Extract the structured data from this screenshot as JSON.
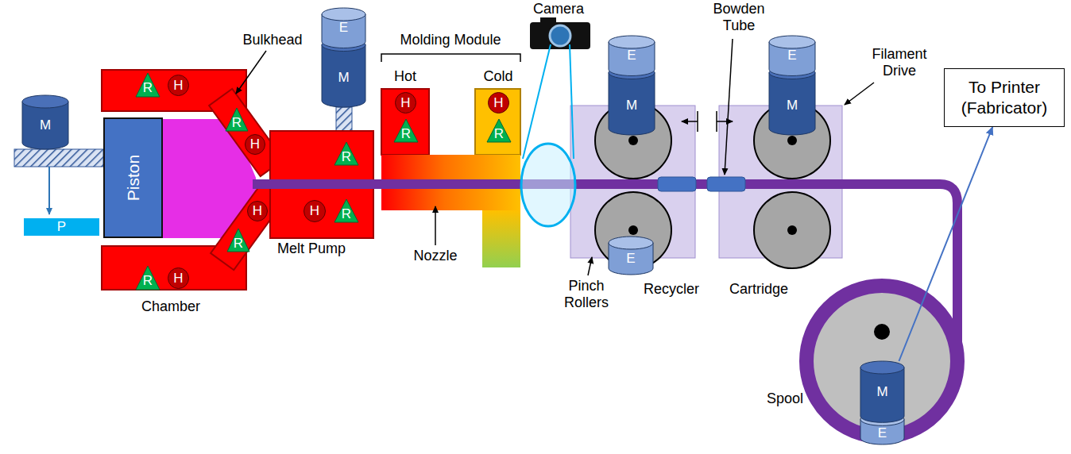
{
  "diagram": {
    "nodes": [
      {
        "text": [
          "M"
        ]
      },
      {
        "text": [
          "P"
        ]
      },
      {
        "text": [
          "Piston"
        ]
      },
      {
        "text": [
          "R"
        ]
      },
      {
        "text": [
          "H"
        ]
      },
      {
        "text": [
          "R"
        ]
      },
      {
        "text": [
          "H"
        ]
      },
      {
        "text": [
          "H"
        ]
      },
      {
        "text": [
          "R"
        ]
      },
      {
        "text": [
          "R"
        ]
      },
      {
        "text": [
          "H"
        ]
      },
      {
        "text": [
          "E",
          "M"
        ]
      },
      {
        "text": [
          "R"
        ]
      },
      {
        "text": [
          "H"
        ]
      },
      {
        "text": [
          "R"
        ]
      },
      {
        "text": [
          "H"
        ]
      },
      {
        "text": [
          "R"
        ]
      },
      {
        "text": [
          "H"
        ]
      },
      {
        "text": [
          "R"
        ]
      },
      {
        "text": [
          "E",
          "M"
        ]
      },
      {
        "text": [
          "E"
        ]
      },
      {
        "text": [
          "E",
          "M"
        ]
      },
      {
        "text": [
          "M",
          "E"
        ]
      },
      {
        "text": [
          "To Printer (Fabricator)"
        ]
      }
    ],
    "edges": [
      {
        "from": 22,
        "to": 23,
        "arrow": "to"
      }
    ],
    "labels": [
      "Bulkhead",
      "Molding Module",
      "Hot",
      "Cold",
      "Camera",
      "Bowden Tube",
      "Filament Drive",
      "Chamber",
      "Melt Pump",
      "Nozzle",
      "Pinch Rollers",
      "Recycler",
      "Cartridge",
      "Spool"
    ]
  }
}
